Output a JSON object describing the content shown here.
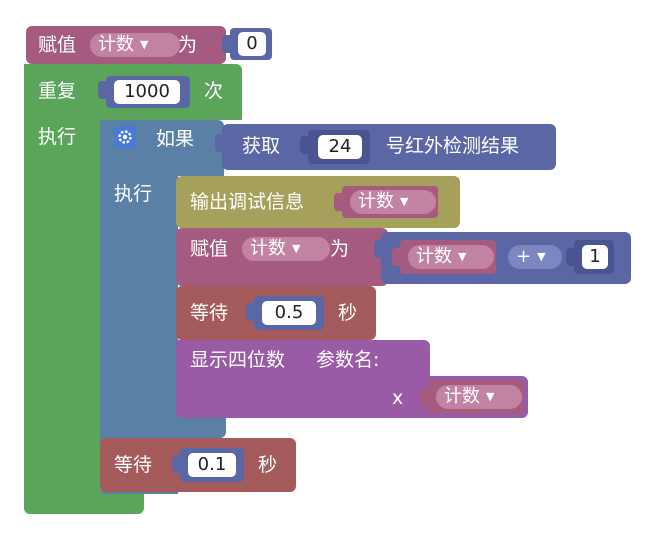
{
  "blocks": {
    "assign_top": {
      "label": "赋值",
      "var": "计数",
      "to": "为",
      "value": "0"
    },
    "repeat": {
      "label": "重复",
      "count": "1000",
      "times": "次",
      "do": "执行"
    },
    "if_block": {
      "label": "如果",
      "do": "执行"
    },
    "ir_read": {
      "get": "获取",
      "pin": "24",
      "suffix": "号红外检测结果"
    },
    "debug_out": {
      "label": "输出调试信息",
      "var": "计数"
    },
    "assign_inc": {
      "label": "赋值",
      "var": "计数",
      "to": "为",
      "left": "计数",
      "op": "+",
      "right": "1"
    },
    "wait_inner": {
      "label": "等待",
      "value": "0.5",
      "unit": "秒"
    },
    "display": {
      "label": "显示四位数",
      "param": "参数名:",
      "x_label": "x",
      "var": "计数"
    },
    "wait_outer": {
      "label": "等待",
      "value": "0.1",
      "unit": "秒"
    }
  },
  "colors": {
    "variable": "#a55b80",
    "loop": "#5ba55b",
    "logic": "#5b80a5",
    "sensor": "#5b67a5",
    "text": "#a5a05b",
    "math": "#5b67a5",
    "timing": "#a55b5b",
    "display": "#995ba5"
  }
}
